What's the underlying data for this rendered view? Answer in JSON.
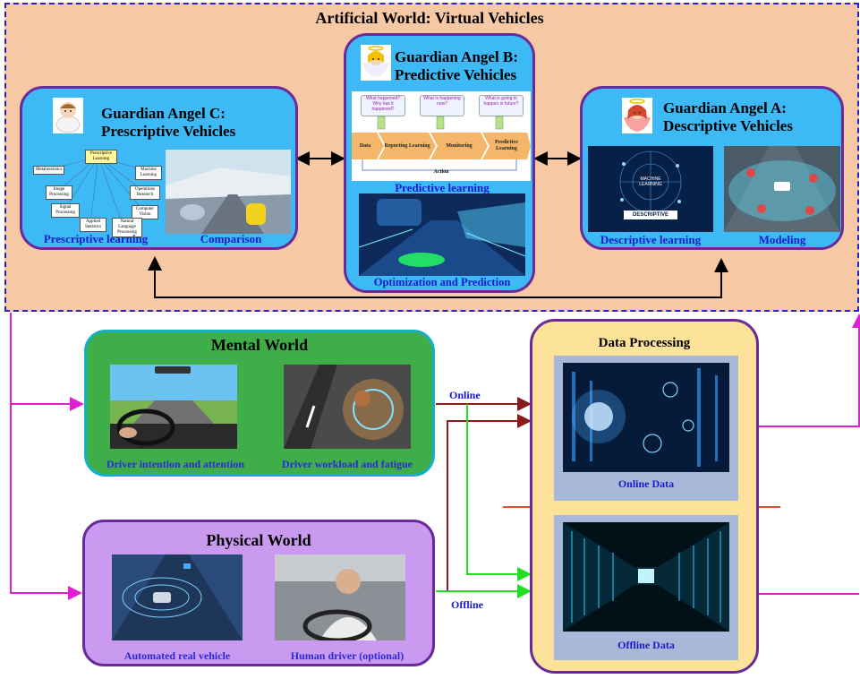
{
  "artificial_world": {
    "title": "Artificial World: Virtual Vehicles"
  },
  "guardian_c": {
    "title_line1": "Guardian Angel C:",
    "title_line2": "Prescriptive Vehicles",
    "center_node": "Prescriptive Learning",
    "mind_nodes": [
      "Metaheuristics",
      "Machine Learning",
      "Image Processing",
      "Operations Research",
      "Signal Processing",
      "Computer Vision",
      "Applied Statistics",
      "Natural Language Processing"
    ],
    "learning_label": "Prescriptive learning",
    "image_label": "Comparison"
  },
  "guardian_b": {
    "title_line1": "Guardian Angel B:",
    "title_line2": "Predictive Vehicles",
    "questions": [
      "What happened? Why has it happened?",
      "What is happening now?",
      "What is going to happen in future?"
    ],
    "steps": [
      "Data",
      "Reporting Learning",
      "Monitoring",
      "Predictive Learning"
    ],
    "action_label": "Action",
    "learning_label": "Predictive learning",
    "image_label": "Optimization and Prediction"
  },
  "guardian_a": {
    "title_line1": "Guardian Angel A:",
    "title_line2": "Descriptive Vehicles",
    "img_text1": "MACHINE LEARNING",
    "img_text2": "DESCRIPTIVE",
    "learning_label": "Descriptive learning",
    "image_label": "Modeling"
  },
  "mental_world": {
    "title": "Mental World",
    "caption_left": "Driver intention and attention",
    "caption_right": "Driver workload and fatigue"
  },
  "physical_world": {
    "title": "Physical World",
    "caption_left": "Automated real vehicle",
    "caption_right": "Human driver (optional)"
  },
  "data_processing": {
    "title": "Data Processing",
    "online_caption": "Online Data",
    "offline_caption": "Offline Data"
  },
  "flow_labels": {
    "online": "Online",
    "offline": "Offline"
  },
  "colors": {
    "artificial_bg": "#f7c8a4",
    "guardian_box": "#3db9f5",
    "guardian_border": "#6a2a9a",
    "mental_bg": "#3fae49",
    "physical_bg": "#c99af0",
    "data_bg": "#fde39a",
    "magenta_line": "#e020d0",
    "online_arrow": "#8b1a1a",
    "offline_arrow": "#22dd22",
    "divider": "#e0502a"
  }
}
